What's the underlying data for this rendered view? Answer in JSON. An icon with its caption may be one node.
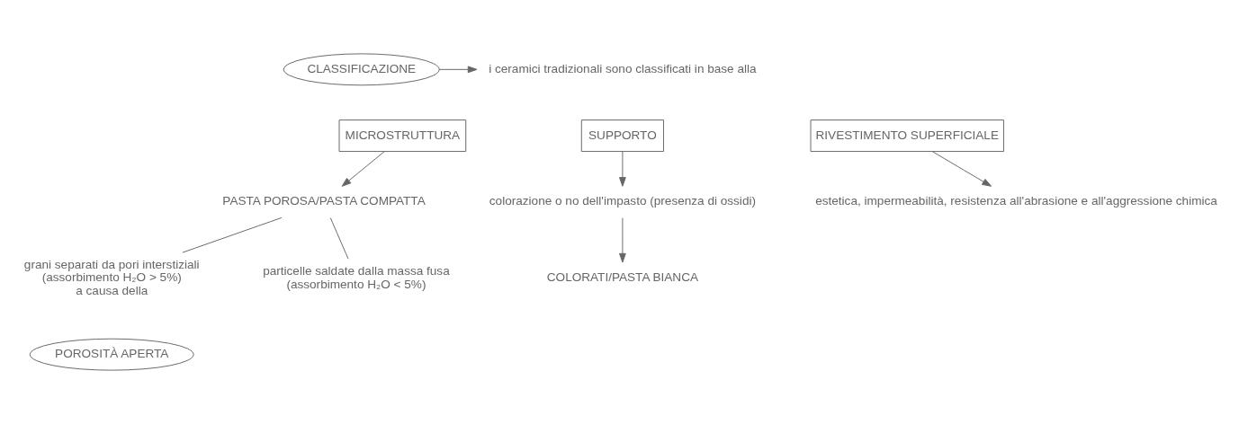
{
  "diagram": {
    "nodes": [
      {
        "text": [
          "CLASSIFICAZIONE"
        ]
      },
      {
        "text": [
          "i ceramici tradizionali sono classificati in base alla"
        ]
      },
      {
        "text": [
          "MICROSTRUTTURA"
        ]
      },
      {
        "text": [
          "SUPPORTO"
        ]
      },
      {
        "text": [
          "RIVESTIMENTO SUPERFICIALE"
        ]
      },
      {
        "text": [
          "PASTA POROSA/PASTA COMPATTA"
        ]
      },
      {
        "text": [
          "grani separati da pori interstiziali",
          "(assorbimento H₂O > 5%)",
          "a causa della"
        ]
      },
      {
        "text": [
          "POROSITÀ APERTA"
        ]
      },
      {
        "text": [
          "particelle saldate dalla massa fusa",
          "(assorbimento H₂O < 5%)"
        ]
      },
      {
        "text": [
          "colorazione o no dell'impasto (presenza di ossidi)"
        ]
      },
      {
        "text": [
          "COLORATI/PASTA BIANCA"
        ]
      },
      {
        "text": [
          "estetica, impermeabilità, resistenza all'abrasione e all'aggressione chimica"
        ]
      }
    ],
    "edges": [
      {
        "from": 0,
        "to": 1,
        "arrow": "to"
      },
      {
        "from": 2,
        "to": 5,
        "arrow": "to"
      },
      {
        "from": 5,
        "to": 6,
        "arrow": "none"
      },
      {
        "from": 5,
        "to": 8,
        "arrow": "none"
      },
      {
        "from": 3,
        "to": 9,
        "arrow": "to"
      },
      {
        "from": 9,
        "to": 10,
        "arrow": "to"
      },
      {
        "from": 4,
        "to": 11,
        "arrow": "to"
      }
    ]
  }
}
